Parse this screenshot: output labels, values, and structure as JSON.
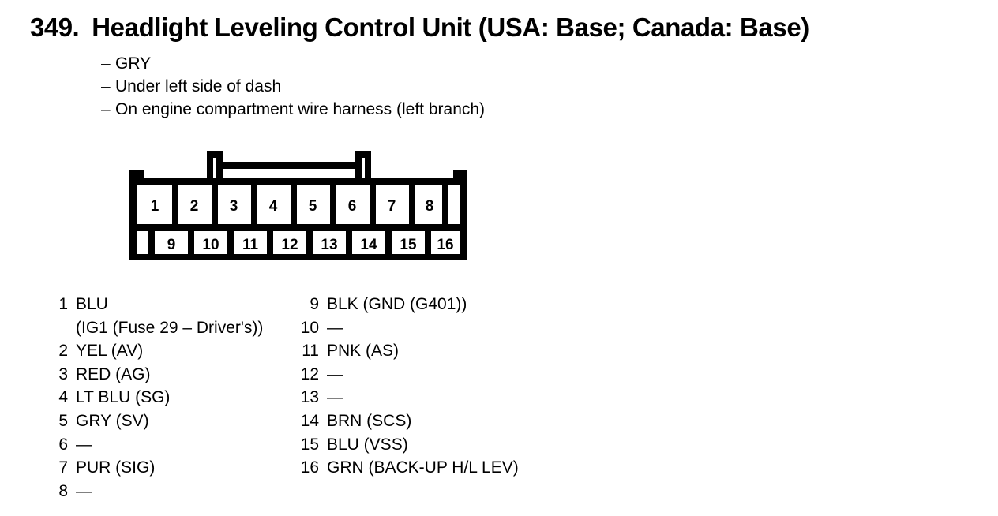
{
  "heading": {
    "number": "349.",
    "title": "Headlight Leveling Control Unit (USA: Base; Canada: Base)"
  },
  "notes": {
    "dash": "–",
    "items": [
      "GRY",
      "Under left side of dash",
      "On engine compartment wire harness (left branch)"
    ]
  },
  "connector": {
    "top_row_pins": [
      "1",
      "2",
      "3",
      "4",
      "5",
      "6",
      "7",
      "8"
    ],
    "bottom_row_pins": [
      "9",
      "10",
      "11",
      "12",
      "13",
      "14",
      "15",
      "16"
    ]
  },
  "legend": {
    "left": [
      {
        "index": "1",
        "text": "BLU",
        "sub": "(IG1 (Fuse 29 – Driver's))"
      },
      {
        "index": "2",
        "text": "YEL (AV)"
      },
      {
        "index": "3",
        "text": "RED (AG)"
      },
      {
        "index": "4",
        "text": "LT BLU (SG)"
      },
      {
        "index": "5",
        "text": "GRY (SV)"
      },
      {
        "index": "6",
        "text": "—"
      },
      {
        "index": "7",
        "text": "PUR (SIG)"
      },
      {
        "index": "8",
        "text": "—"
      }
    ],
    "right": [
      {
        "index": "9",
        "text": "BLK (GND (G401))"
      },
      {
        "index": "10",
        "text": "—"
      },
      {
        "index": "11",
        "text": "PNK (AS)"
      },
      {
        "index": "12",
        "text": "—"
      },
      {
        "index": "13",
        "text": "—"
      },
      {
        "index": "14",
        "text": "BRN (SCS)"
      },
      {
        "index": "15",
        "text": "BLU (VSS)"
      },
      {
        "index": "16",
        "text": "GRN (BACK-UP H/L LEV)"
      }
    ]
  },
  "colors": {
    "ink": "#000000",
    "paper": "#ffffff"
  }
}
